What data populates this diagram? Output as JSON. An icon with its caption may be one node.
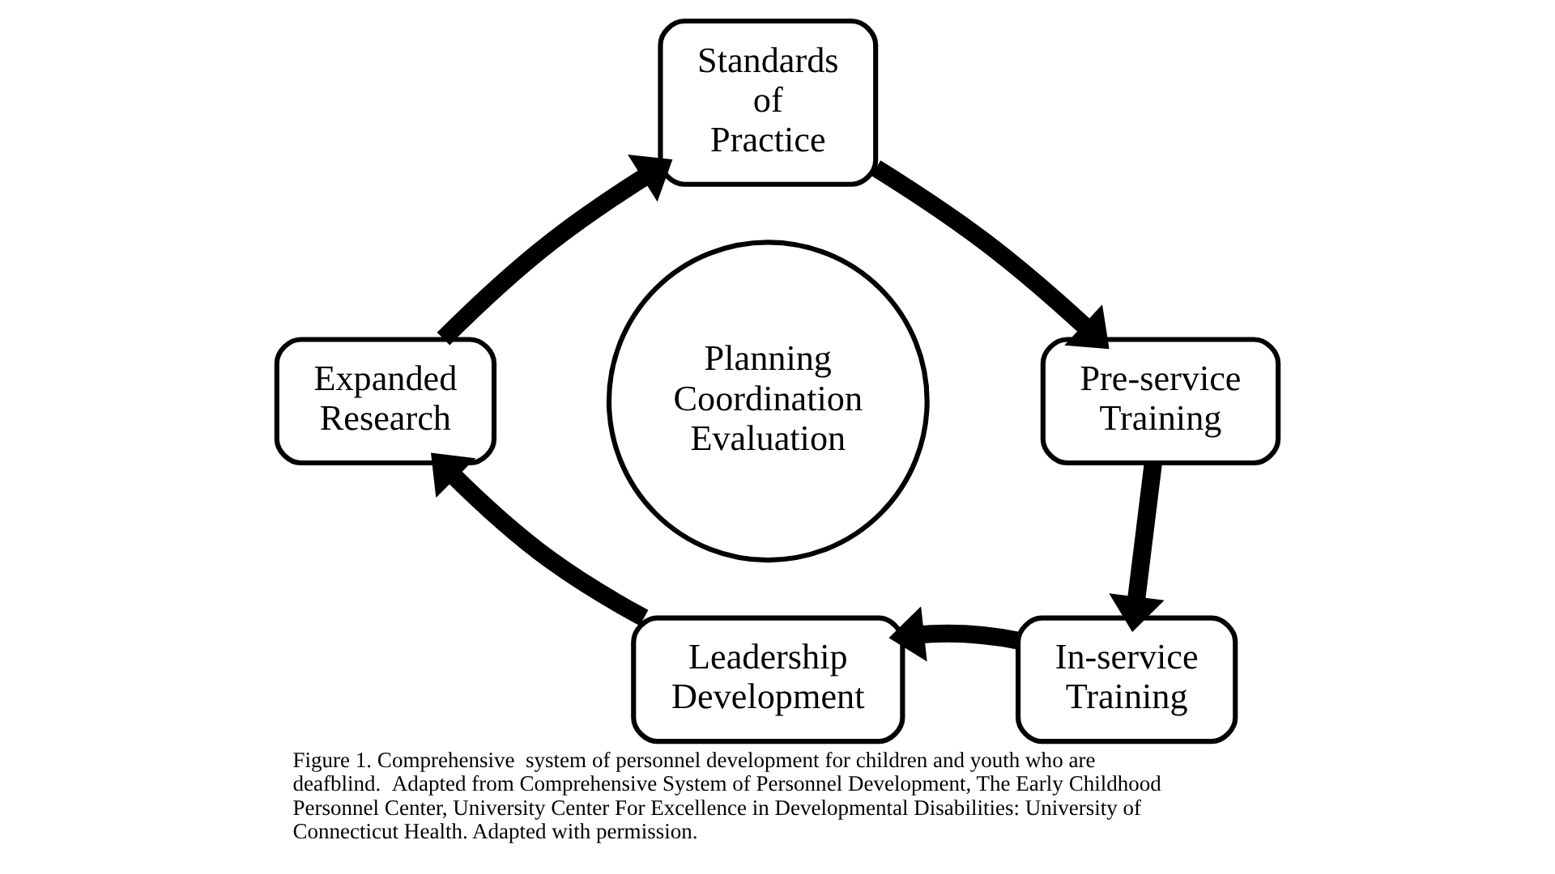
{
  "diagram": {
    "caption": "Figure 1. Comprehensive  system of personnel development for children and youth who are deafblind.  Adapted from Comprehensive System of Personnel Development, The Early Childhood Personnel Center, University Center For Excellence in Developmental Disabilities: University of Connecticut Health. Adapted with permission.",
    "nodes": [
      {
        "text": [
          "Standards of Practice"
        ]
      },
      {
        "text": [
          "Pre-service Training"
        ]
      },
      {
        "text": [
          "In-service Training"
        ]
      },
      {
        "text": [
          "Leadership Development"
        ]
      },
      {
        "text": [
          "Expanded Research"
        ]
      },
      {
        "text": [
          "Planning Coordination Evaluation"
        ]
      }
    ],
    "edges": [
      {
        "from": 0,
        "to": 1,
        "arrow": "to"
      },
      {
        "from": 1,
        "to": 2,
        "arrow": "to"
      },
      {
        "from": 2,
        "to": 3,
        "arrow": "to"
      },
      {
        "from": 3,
        "to": 4,
        "arrow": "to"
      },
      {
        "from": 4,
        "to": 0,
        "arrow": "to"
      }
    ]
  }
}
